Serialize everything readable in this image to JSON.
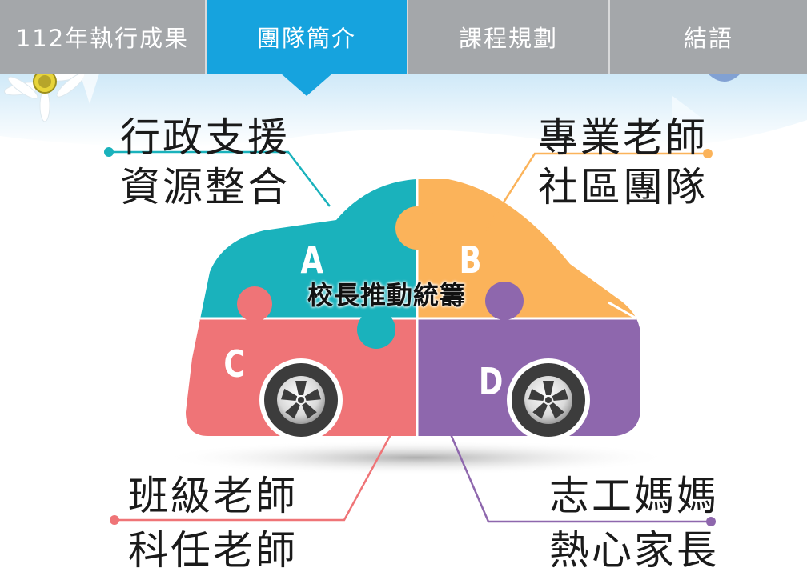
{
  "nav": {
    "tabs": [
      {
        "label": "112年執行成果",
        "active": false
      },
      {
        "label": "團隊簡介",
        "active": true
      },
      {
        "label": "課程規劃",
        "active": false
      },
      {
        "label": "結語",
        "active": false
      }
    ]
  },
  "diagram": {
    "center_title": "校長推動統籌",
    "pieces": {
      "a": {
        "letter": "A",
        "color": "#1ab2bc",
        "lines": [
          "行政支援",
          "資源整合"
        ]
      },
      "b": {
        "letter": "B",
        "color": "#fbb35a",
        "lines": [
          "專業老師",
          "社區團隊"
        ]
      },
      "c": {
        "letter": "C",
        "color": "#ef7477",
        "lines": [
          "班級老師",
          "科任老師"
        ]
      },
      "d": {
        "letter": "D",
        "color": "#8e67ad",
        "lines": [
          "志工媽媽",
          "熱心家長"
        ]
      }
    }
  },
  "colors": {
    "tab_bg": "#a4a7aa",
    "tab_active": "#16a3de",
    "wheel": "#3c3c3c"
  }
}
